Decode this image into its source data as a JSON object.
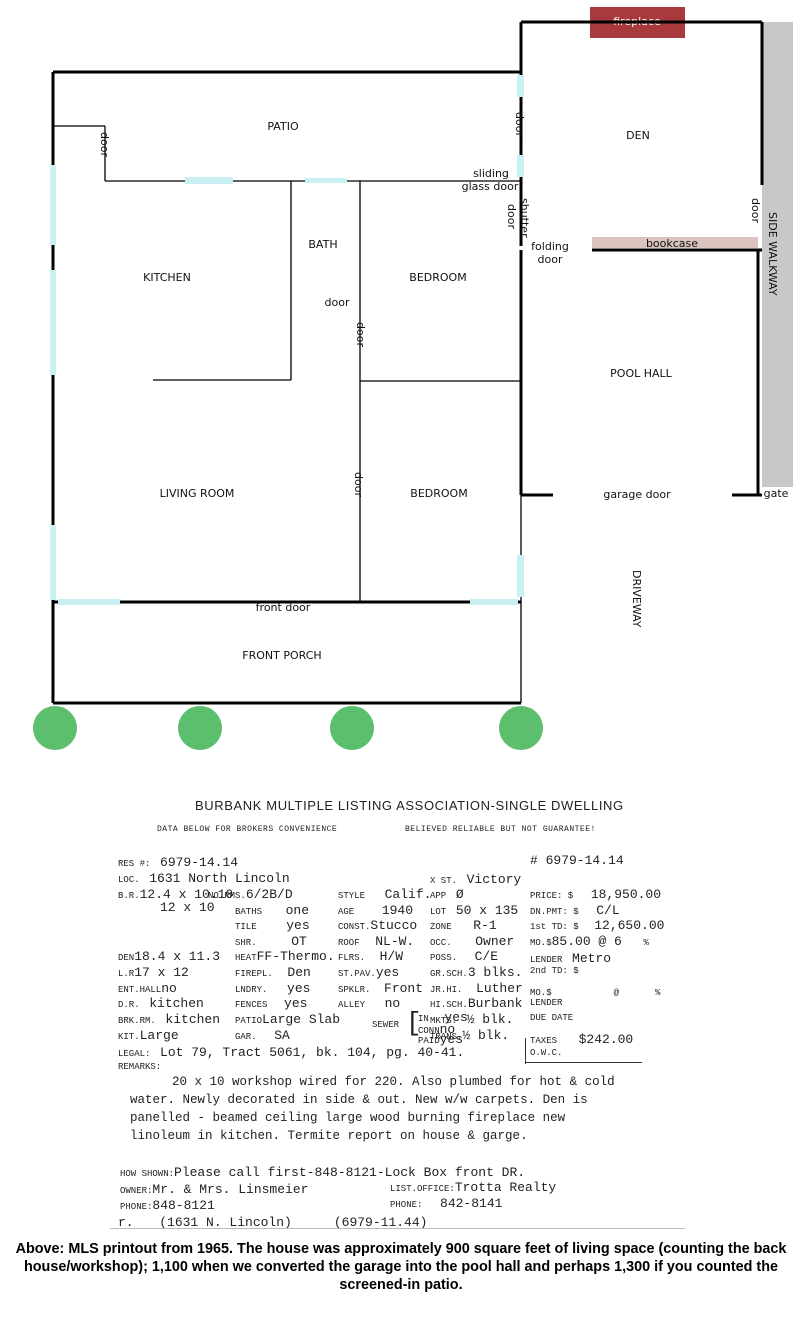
{
  "plan": {
    "rooms": {
      "patio": "PATIO",
      "kitchen": "KITCHEN",
      "bath": "BATH",
      "bedroom1": "BEDROOM",
      "bedroom2": "BEDROOM",
      "living": "LIVING ROOM",
      "porch": "FRONT PORCH",
      "den": "DEN",
      "pool": "POOL HALL",
      "driveway": "DRIVEWAY",
      "walkway": "SIDE WALKWAY"
    },
    "labels": {
      "fireplace": "fireplace",
      "bookcase": "bookcase",
      "door": "door",
      "sliding": "sliding",
      "glass_door": "glass door",
      "shutter": "shutter",
      "folding": "folding",
      "garage_door": "garage door",
      "front_door": "front door",
      "gate": "gate"
    },
    "colors": {
      "fireplace": "#a83a3e",
      "bookcase": "#d9c4bd",
      "window": "#c9f0f2",
      "tree": "#5bbf6e",
      "walkway": "#c8c8c8"
    }
  },
  "mls": {
    "title": "BURBANK MULTIPLE LISTING ASSOCIATION-SINGLE DWELLING",
    "disclaimer_left": "DATA BELOW FOR BROKERS CONVENIENCE",
    "disclaimer_right": "BELIEVED RELIABLE BUT NOT GUARANTEE!",
    "c1": {
      "res_lbl": "RES #:",
      "res": "6979-14.14",
      "loc_lbl": "LOC.",
      "loc": "1631 North Lincoln",
      "br_lbl": "B.R.",
      "br1": "12.4 x 10.10",
      "br2": "12 x 10",
      "den_lbl": "DEN",
      "den": "18.4 x 11.3",
      "lr_lbl": "L.R",
      "lr": "17 x 12",
      "ent_lbl": "ENT.HALL",
      "ent": "no",
      "dr_lbl": "D.R.",
      "dr": "kitchen",
      "brk_lbl": "BRK.RM.",
      "brk": "kitchen",
      "kit_lbl": "KIT.",
      "kit": "Large",
      "legal_lbl": "LEGAL:",
      "legal": "Lot 79, Tract 5061, bk. 104, pg. 40-41.",
      "remarks_lbl": "REMARKS:"
    },
    "c2": {
      "norms_lbl": "NO.RMS.",
      "norms": "6/2B/D",
      "baths_lbl": "BATHS",
      "baths": "one",
      "tile_lbl": "TILE",
      "tile": "yes",
      "shr_lbl": "SHR.",
      "shr": "OT",
      "heat_lbl": "HEAT",
      "heat": "FF-Thermo.",
      "firepl_lbl": "FIREPL.",
      "firepl": "Den",
      "lndry_lbl": "LNDRY.",
      "lndry": "yes",
      "fences_lbl": "FENCES",
      "fences": "yes",
      "patio_lbl": "PATIO",
      "patio": "Large Slab",
      "gar_lbl": "GAR.",
      "gar": "SA"
    },
    "c3": {
      "style_lbl": "STYLE",
      "style": "Calif.",
      "age_lbl": "AGE",
      "age": "1940",
      "const_lbl": "CONST.",
      "const": "Stucco",
      "roof_lbl": "ROOF",
      "roof": "NL-W.",
      "flrs_lbl": "FLRS.",
      "flrs": "H/W",
      "stpav_lbl": "ST.PAV.",
      "stpav": "yes",
      "spklr_lbl": "SPKLR.",
      "spklr": "Front",
      "alley_lbl": "ALLEY",
      "alley": "no",
      "sewer_lbl": "SEWER",
      "in_lbl": "IN",
      "in": "yes",
      "conn_lbl": "CONN",
      "conn": "no",
      "paid_lbl": "PAID",
      "paid": "yes"
    },
    "c4": {
      "xst_lbl": "X ST.",
      "xst": "Victory",
      "app_lbl": "APP",
      "app": "Ø",
      "lot_lbl": "LOT",
      "lot": "50 x 135",
      "zone_lbl": "ZONE",
      "zone": "R-1",
      "occ_lbl": "OCC.",
      "occ": "Owner",
      "poss_lbl": "POSS.",
      "poss": "C/E",
      "grsch_lbl": "GR.SCH.",
      "grsch": "3 blks.",
      "jrhi_lbl": "JR.HI.",
      "jrhi": "Luther",
      "hisch_lbl": "HI.SCH.",
      "hisch": "Burbank",
      "mkts_lbl": "MKTS.",
      "mkts": "½ blk.",
      "trans_lbl": "TRANS.",
      "trans": "½ blk."
    },
    "c5": {
      "num": "# 6979-14.14",
      "price_lbl": "PRICE: $",
      "price": "18,950.00",
      "dnpmt_lbl": "DN.PMT: $",
      "dnpmt": "C/L",
      "td1_lbl": "1st TD: $",
      "td1": "12,650.00",
      "mo_lbl": "MO.$",
      "mo": "85.00 @ 6",
      "pct": "%",
      "lender_lbl": "LENDER",
      "lender": "Metro",
      "td2_lbl": "2nd TD: $",
      "mo2_lbl": "MO.$",
      "at": "@",
      "pct2": "%",
      "lender2_lbl": "LENDER",
      "due_lbl": "DUE DATE",
      "taxes_lbl": "TAXES",
      "taxes": "$242.00",
      "owc_lbl": "O.W.C."
    },
    "remarks": [
      "20 x 10 workshop wired for 220. Also plumbed for hot & cold",
      "water. Newly decorated in side & out. New w/w carpets. Den is",
      "panelled - beamed ceiling large wood burning fireplace new",
      "linoleum in kitchen. Termite report on house & garge."
    ],
    "bottom": {
      "shown_lbl": "HOW SHOWN:",
      "shown": "Please call first-848-8121-Lock Box front DR.",
      "owner_lbl": "OWNER:",
      "owner": "Mr. & Mrs. Linsmeier",
      "phone_lbl": "PHONE:",
      "phone": "848-8121",
      "listoffice_lbl": "LIST.OFFICE:",
      "listoffice": "Trotta Realty",
      "phone2_lbl": "PHONE:",
      "phone2": "842-8141",
      "r_lbl": "r.",
      "r": "(1631 N. Lincoln)",
      "r2": "(6979-11.44)"
    }
  },
  "caption": "Above: MLS printout from 1965. The house was approximately 900 square feet of living space (counting the back house/workshop); 1,100 when we converted the garage into the pool hall and perhaps 1,300 if you counted the screened-in patio."
}
